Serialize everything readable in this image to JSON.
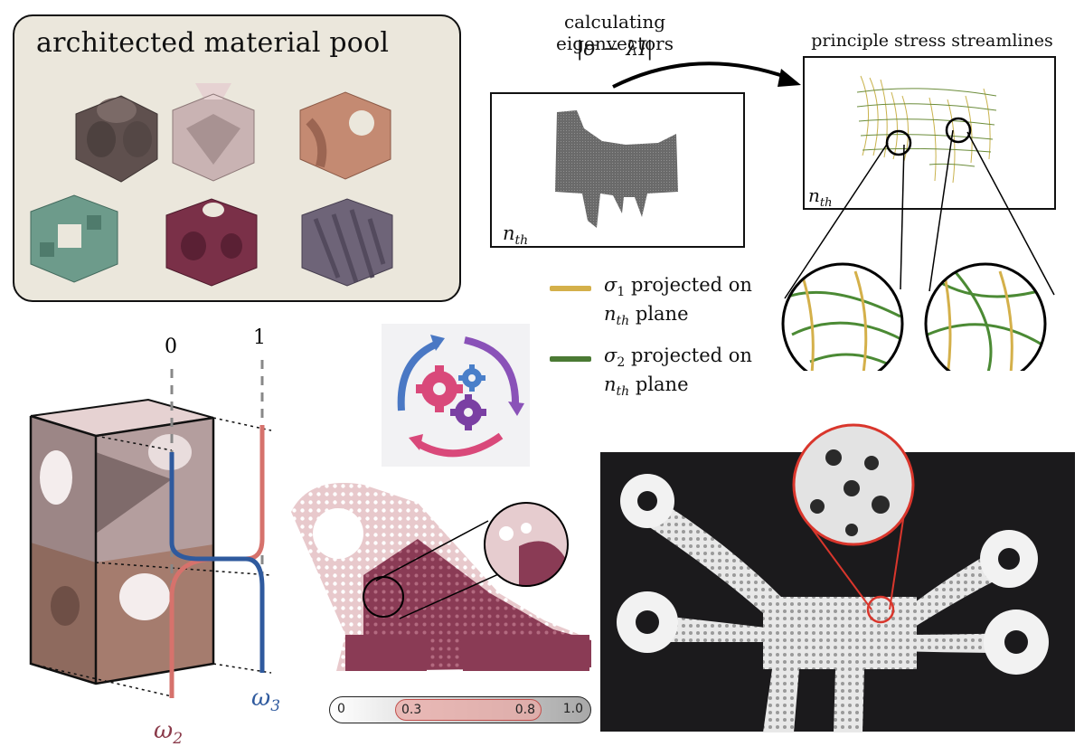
{
  "pool": {
    "title": "architected material pool",
    "colors": [
      "#6e5c5a",
      "#d9c2c2",
      "#c48a72",
      "#6e9c8c",
      "#7a3048",
      "#6e6478"
    ]
  },
  "eigen": {
    "caption": "calculating eigenvectors",
    "formula": "|σ − λI|",
    "slice_label": "n",
    "slice_sub": "th"
  },
  "streamlines": {
    "title": "principle stress streamlines",
    "slice_label": "n",
    "slice_sub": "th"
  },
  "legend": {
    "items": [
      {
        "sym": "σ",
        "sub": "1",
        "line1": "projected on",
        "line2_sym": "n",
        "line2_sub": "th",
        "line2": "plane",
        "color": "#d4b04a"
      },
      {
        "sym": "σ",
        "sub": "2",
        "line1": "projected on",
        "line2_sym": "n",
        "line2_sub": "th",
        "line2": "plane",
        "color": "#4b7a34"
      }
    ]
  },
  "grading": {
    "tick_left": "0",
    "tick_right": "1",
    "w2_sym": "ω",
    "w2_sub": "2",
    "w2_color": "#8a3a4a",
    "w3_sym": "ω",
    "w3_sub": "3",
    "w3_color": "#2f5a9e"
  },
  "slider": {
    "min": "0",
    "low": "0.3",
    "high": "0.8",
    "max": "1.0"
  },
  "cycle": {
    "gear_colors": [
      "#d9497a",
      "#4a7fc9",
      "#7a3fa3"
    ],
    "arrow_colors": [
      "#4a78c4",
      "#8a52b8",
      "#d9497a"
    ]
  }
}
